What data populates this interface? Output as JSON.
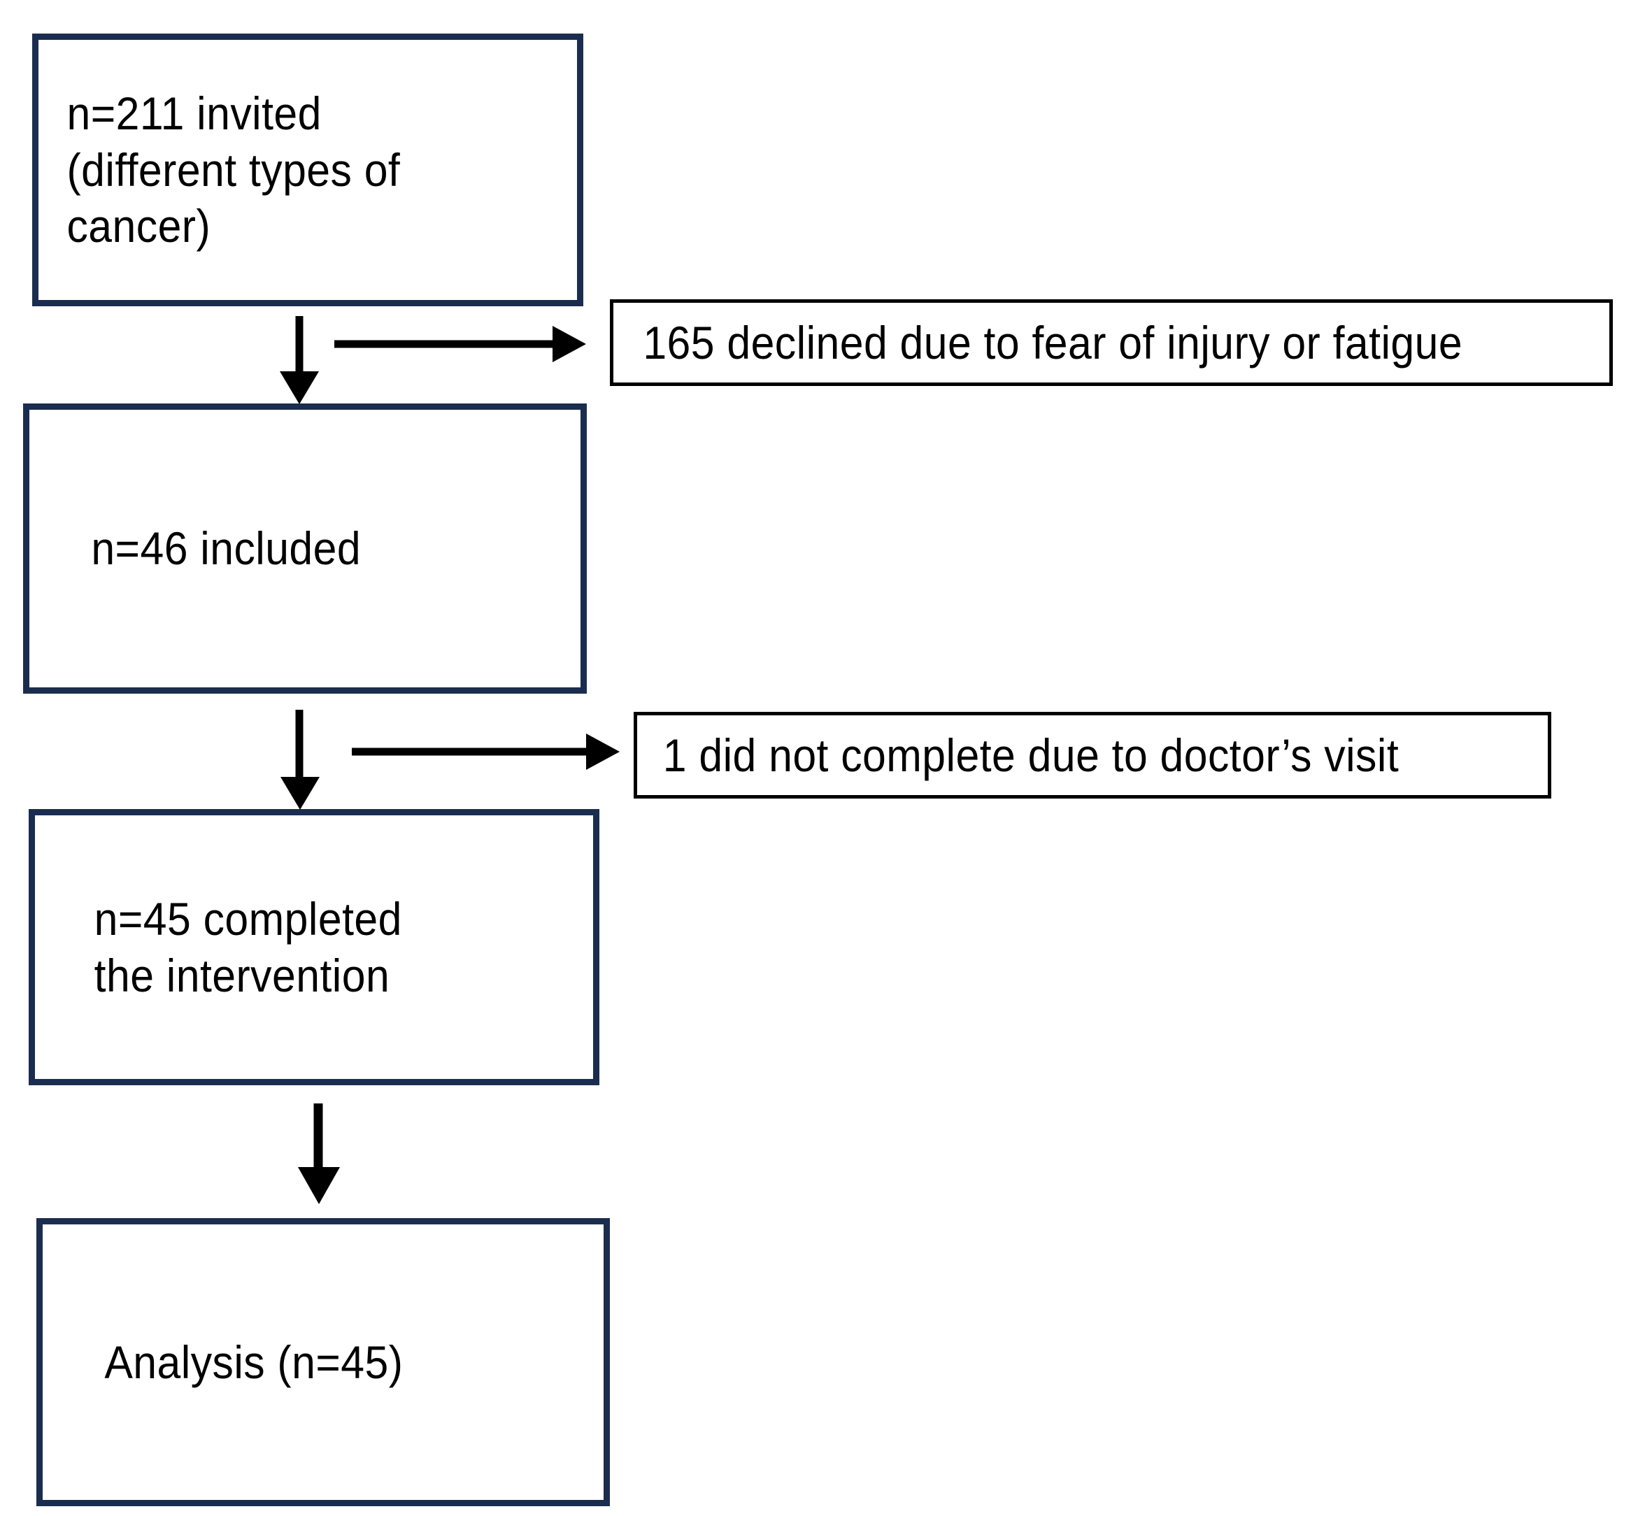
{
  "diagram": {
    "type": "flowchart",
    "title": "Participant flow diagram",
    "palette": {
      "node_border": "#1b2d4f",
      "exclusion_border": "#000000",
      "arrow": "#000000",
      "background": "#ffffff",
      "text": "#000000"
    },
    "nodes": [
      {
        "id": "invited",
        "name": "invited-box",
        "lines": [
          "n=211 invited",
          "(different types of",
          "cancer)"
        ],
        "border": "navy",
        "column": "main"
      },
      {
        "id": "included",
        "name": "included-box",
        "lines": [
          "n=46 included"
        ],
        "border": "navy",
        "column": "main"
      },
      {
        "id": "completed",
        "name": "completed-box",
        "lines": [
          "n=45 completed",
          "the intervention"
        ],
        "border": "navy",
        "column": "main"
      },
      {
        "id": "analysis",
        "name": "analysis-box",
        "lines": [
          "Analysis (n=45)"
        ],
        "border": "navy",
        "column": "main"
      },
      {
        "id": "declined",
        "name": "declined-exclusion-box",
        "lines": [
          "165 declined due to fear of injury or fatigue"
        ],
        "border": "black",
        "column": "exclusion"
      },
      {
        "id": "not-completed",
        "name": "not-completed-exclusion-box",
        "lines": [
          "1 did not complete due to doctor’s visit"
        ],
        "border": "black",
        "column": "exclusion"
      }
    ],
    "edges": [
      {
        "id": "e1",
        "name": "invited-to-included",
        "from": "invited",
        "to": "included",
        "direction": "down"
      },
      {
        "id": "e2",
        "name": "invited-to-declined",
        "from": "invited",
        "to": "declined",
        "direction": "right"
      },
      {
        "id": "e3",
        "name": "included-to-completed",
        "from": "included",
        "to": "completed",
        "direction": "down"
      },
      {
        "id": "e4",
        "name": "included-to-not-completed",
        "from": "included",
        "to": "not-completed",
        "direction": "right"
      },
      {
        "id": "e5",
        "name": "completed-to-analysis",
        "from": "completed",
        "to": "analysis",
        "direction": "down"
      }
    ],
    "counts": {
      "invited": 211,
      "declined": 165,
      "included": 46,
      "not_completed": 1,
      "completed": 45,
      "analysed": 45
    }
  },
  "text": {
    "invited_line1": "n=211 invited",
    "invited_line2": "(different types of",
    "invited_line3": "cancer)",
    "included_line1": "n=46 included",
    "completed_line1": "n=45 completed",
    "completed_line2": "the intervention",
    "analysis_line1": "Analysis (n=45)",
    "declined_line1": "165 declined due to fear of injury or fatigue",
    "not_completed_line1": "1 did not complete due to doctor’s visit"
  }
}
